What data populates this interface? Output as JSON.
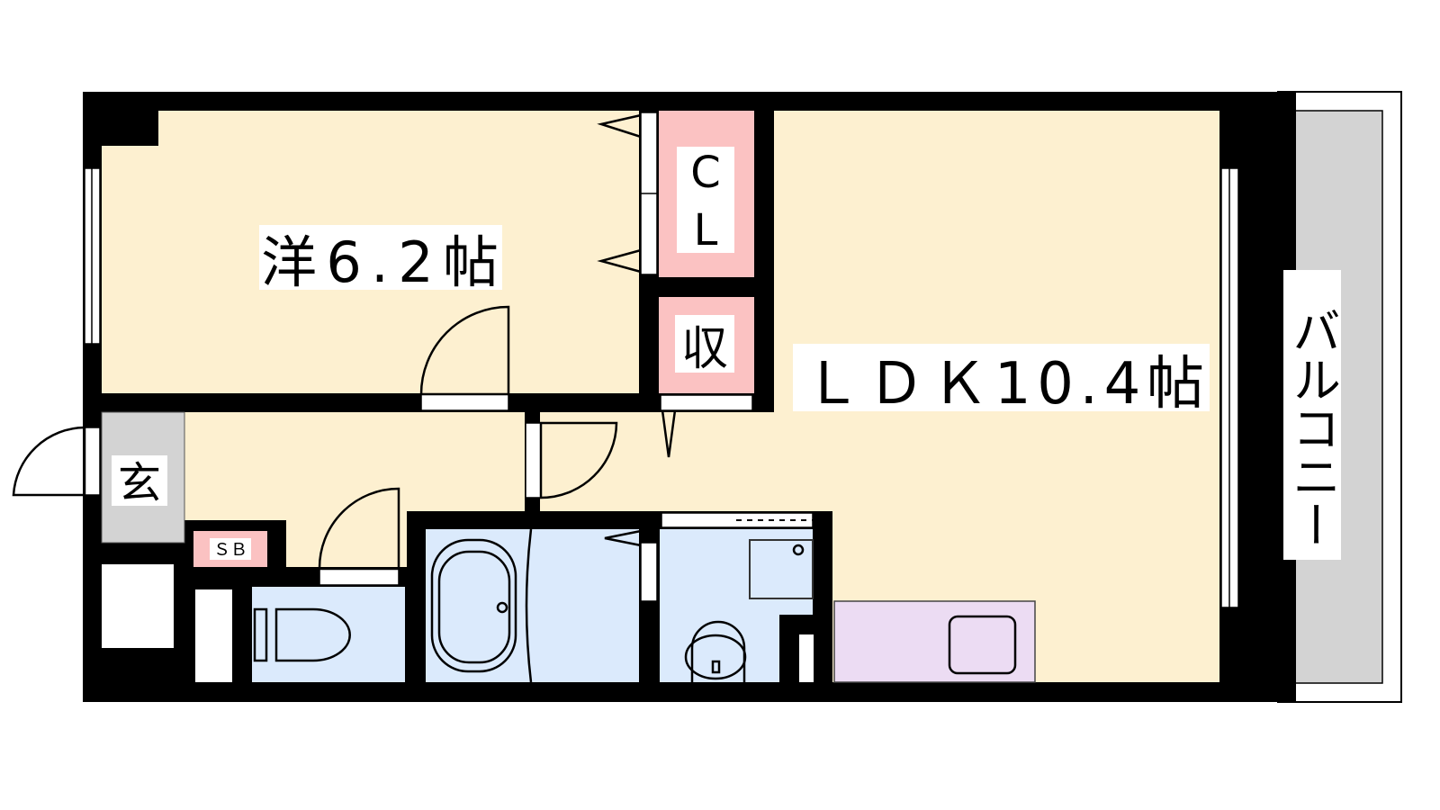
{
  "rooms": {
    "western": {
      "label": "洋6.2帖"
    },
    "ldk": {
      "label": "ＬＤＫ10.4帖"
    },
    "closet": {
      "label_top": "C",
      "label_bottom": "L"
    },
    "storage": {
      "label": "収"
    },
    "entrance": {
      "label": "玄"
    },
    "shoebox": {
      "label": "ＳＢ"
    },
    "balcony": {
      "label": "バルコニー"
    }
  },
  "colors": {
    "room": "#fdf0d0",
    "storage": "#fbc2c2",
    "wet": "#dbeafc",
    "kitchen": "#ecdcf3",
    "entrance": "#d3d3d3",
    "wall": "#000000"
  }
}
